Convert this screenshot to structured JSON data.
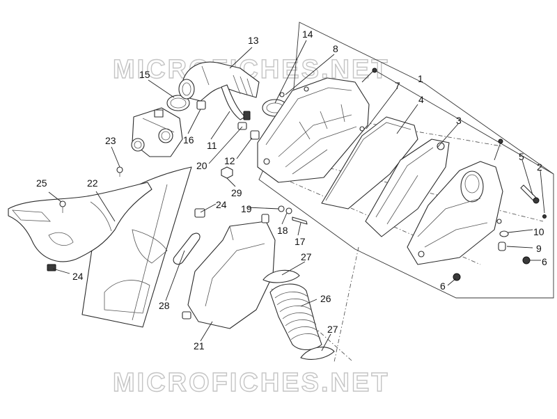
{
  "watermark": {
    "text": "MICROFICHES.NET"
  },
  "callouts": [
    "1",
    "2",
    "3",
    "4",
    "5",
    "6",
    "6",
    "7",
    "8",
    "9",
    "10",
    "11",
    "12",
    "13",
    "14",
    "15",
    "16",
    "17",
    "18",
    "19",
    "20",
    "21",
    "22",
    "23",
    "24",
    "24",
    "24",
    "25",
    "26",
    "27",
    "27",
    "28",
    "29"
  ],
  "colors": {
    "line": "#2a2a2a",
    "watermark": "#c4c4c4",
    "background": "#ffffff"
  }
}
